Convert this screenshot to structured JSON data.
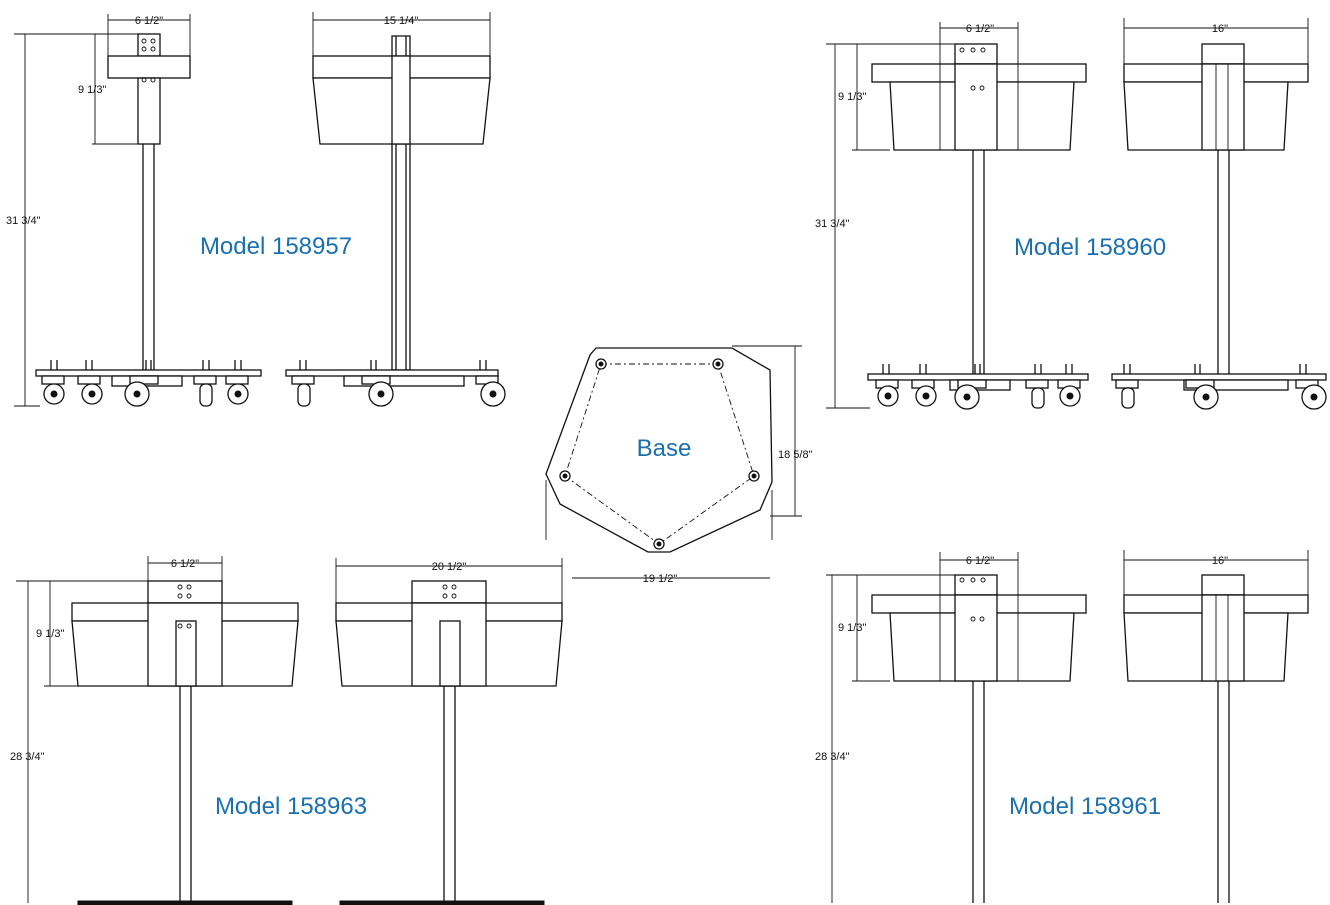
{
  "colors": {
    "title": "#1a6fb0",
    "line": "#111111",
    "background": "#ffffff"
  },
  "models": [
    {
      "title": "Model 158957",
      "dims": {
        "width_side": "6 1/2\"",
        "width_front": "15 1/4\"",
        "bin_height": "9 1/3\"",
        "overall_height": "31 3/4\""
      }
    },
    {
      "title": "Model 158960",
      "dims": {
        "width_side": "6 1/2\"",
        "width_front": "16\"",
        "bin_height": "9 1/3\"",
        "overall_height": "31 3/4\""
      }
    },
    {
      "title": "Model 158963",
      "dims": {
        "width_side": "6 1/2\"",
        "width_front": "20 1/2\"",
        "bin_height": "9 1/3\"",
        "overall_height": "28 3/4\""
      }
    },
    {
      "title": "Model 158961",
      "dims": {
        "width_side": "6 1/2\"",
        "width_front": "16\"",
        "bin_height": "9 1/3\"",
        "overall_height": "28 3/4\""
      }
    }
  ],
  "base": {
    "title": "Base",
    "height": "18 5/8\"",
    "width": "19 1/2\""
  }
}
